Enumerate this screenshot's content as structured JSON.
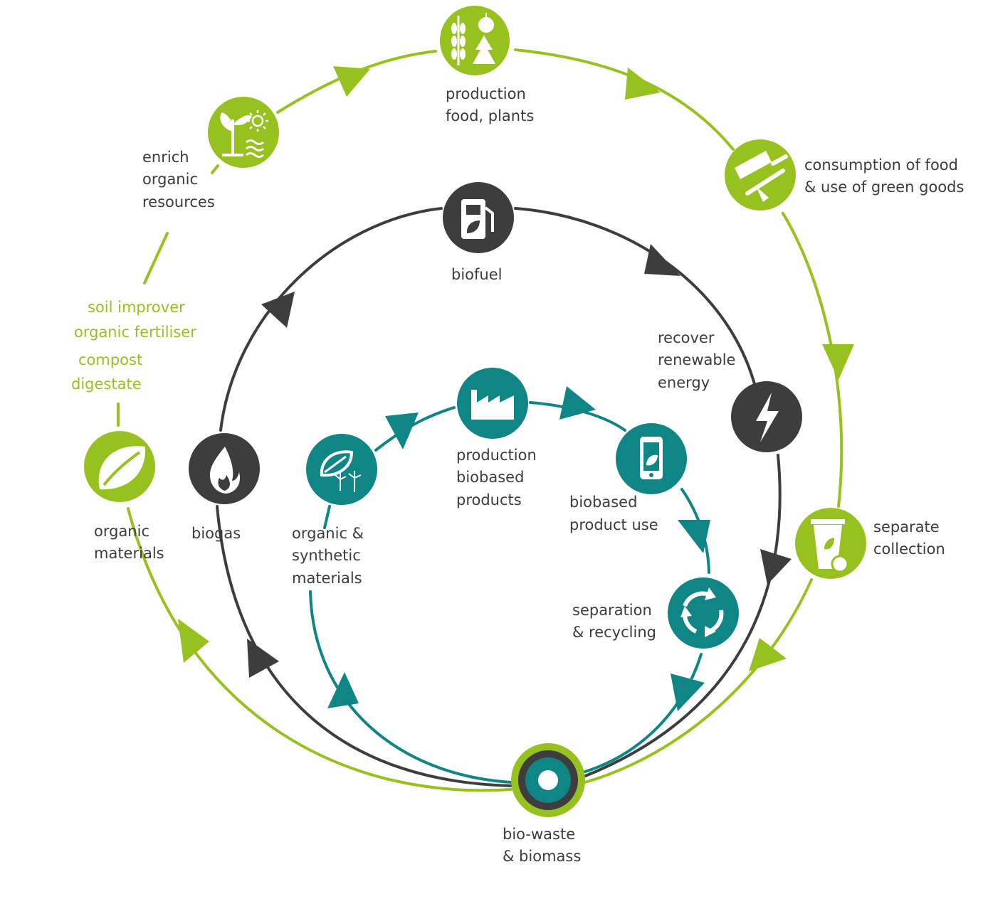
{
  "colors": {
    "green": "#97c11f",
    "dark": "#3d3d3d",
    "teal": "#0f8585",
    "text": "#3c3c3c"
  },
  "nodes": {
    "production_food": {
      "icon": "wheat-apple-tree-icon",
      "lines": [
        "production",
        "food, plants"
      ]
    },
    "consumption": {
      "icon": "food-tube-fork-icon",
      "lines": [
        "consumption of food",
        "& use of green goods"
      ]
    },
    "separate_collection": {
      "icon": "trash-bin-icon",
      "lines": [
        "separate",
        "collection"
      ]
    },
    "enrich": {
      "icon": "plant-sun-water-icon",
      "lines": [
        "enrich",
        "organic",
        "resources"
      ]
    },
    "organic_materials": {
      "icon": "leaf-icon",
      "lines": [
        "organic",
        "materials"
      ]
    },
    "biofuel": {
      "icon": "fuel-pump-icon",
      "lines": [
        "biofuel"
      ]
    },
    "recover_energy": {
      "icon": "lightning-bolt-icon",
      "lines": [
        "recover",
        "renewable",
        "energy"
      ]
    },
    "biogas": {
      "icon": "flame-icon",
      "lines": [
        "biogas"
      ]
    },
    "organic_synthetic": {
      "icon": "leaf-wind-turbines-icon",
      "lines": [
        "organic &",
        "synthetic",
        "materials"
      ]
    },
    "production_biobased": {
      "icon": "factory-icon",
      "lines": [
        "production",
        "biobased",
        "products"
      ]
    },
    "biobased_use": {
      "icon": "smartphone-leaf-icon",
      "lines": [
        "biobased",
        "product use"
      ]
    },
    "separation_recycling": {
      "icon": "recycle-arrows-icon",
      "lines": [
        "separation",
        "& recycling"
      ]
    },
    "biowaste": {
      "icon": "target-rings-icon",
      "lines": [
        "bio-waste",
        "& biomass"
      ]
    }
  },
  "soil_products": [
    "soil improver",
    "organic fertiliser",
    "compost",
    "digestate"
  ]
}
